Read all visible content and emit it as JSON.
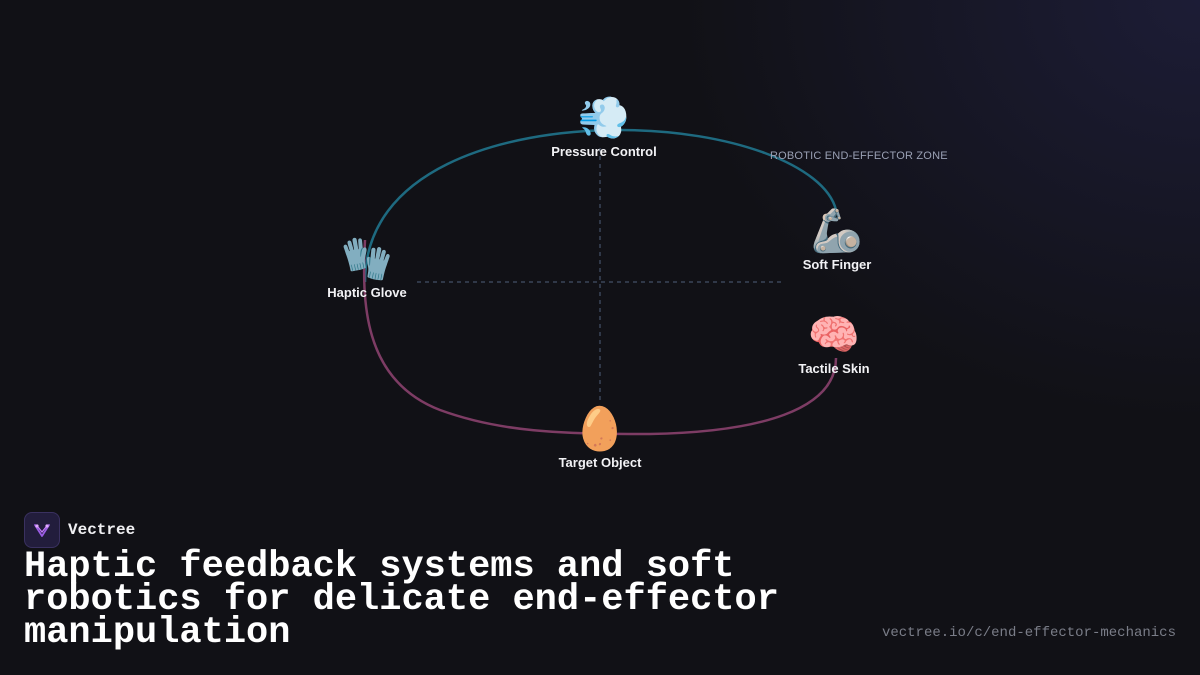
{
  "brand": {
    "name": "Vectree",
    "logo_icon": "vectree-logo-icon"
  },
  "headline": "Haptic feedback systems and soft robotics for delicate end-effector manipulation",
  "url": "vectree.io/c/end-effector-mechanics",
  "diagram": {
    "zone_label": "ROBOTIC END-EFFECTOR ZONE",
    "colors": {
      "upper_arc": "#1e6a80",
      "lower_arc": "#7d3c64",
      "crosshair": "#3b4558",
      "background": "#111116"
    },
    "nodes": [
      {
        "id": "pressure-control",
        "label": "Pressure Control",
        "icon": "wind-icon",
        "glyph": "💨"
      },
      {
        "id": "soft-finger",
        "label": "Soft Finger",
        "icon": "mechanical-arm-icon",
        "glyph": "🦾"
      },
      {
        "id": "tactile-skin",
        "label": "Tactile Skin",
        "icon": "brain-icon",
        "glyph": "🧠"
      },
      {
        "id": "target-object",
        "label": "Target Object",
        "icon": "egg-icon",
        "glyph": "🥚"
      },
      {
        "id": "haptic-glove",
        "label": "Haptic Glove",
        "icon": "gloves-icon",
        "glyph": "🧤"
      }
    ]
  }
}
